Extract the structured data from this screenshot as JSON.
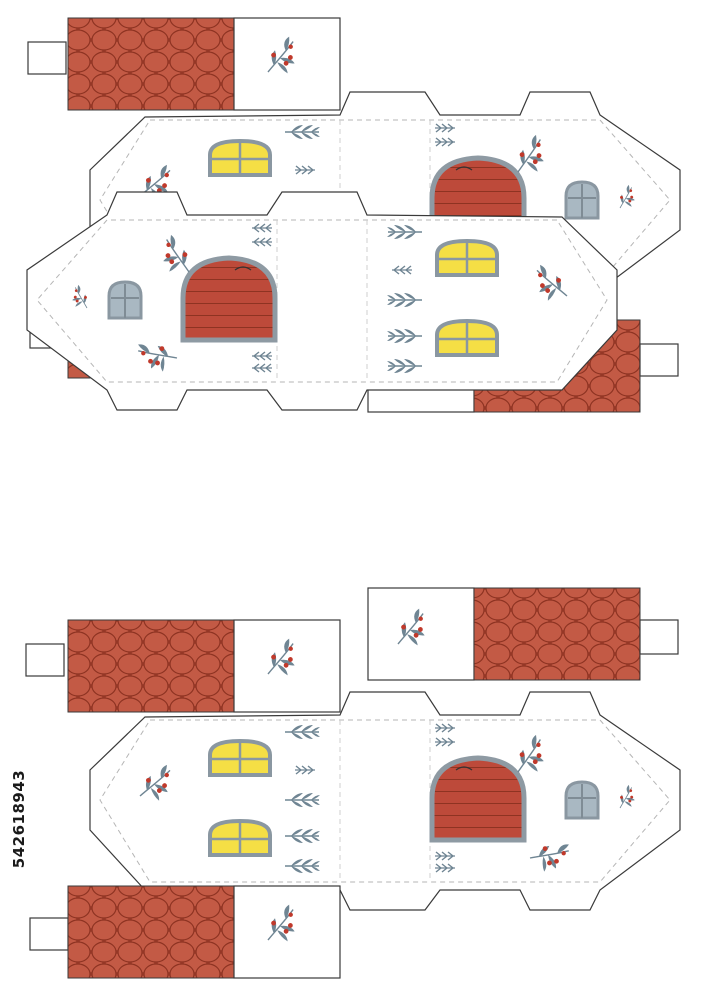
{
  "stock_id": "542618943",
  "colors": {
    "outline": "#3a3a3a",
    "fold_line": "#b5b5b5",
    "roof_tile": "#b84a36",
    "roof_tile_dark": "#8e3322",
    "door_wood": "#bd4a3a",
    "door_frame": "#8e9aa3",
    "window_glass_lit": "#f5df45",
    "window_glass_dark": "#a9b8c2",
    "window_frame": "#8a97a1",
    "leaf": "#6f8593",
    "berry": "#c0392b",
    "paper": "#ffffff"
  },
  "icons": [
    "leaf-sprig-icon",
    "berry-branch-icon",
    "roof-tile-icon",
    "arched-door-icon",
    "arched-window-icon"
  ],
  "houses": [
    {
      "name": "house-cutout-1",
      "orientation": "door-right"
    },
    {
      "name": "house-cutout-2",
      "orientation": "door-left"
    },
    {
      "name": "house-cutout-3",
      "orientation": "door-right"
    }
  ]
}
